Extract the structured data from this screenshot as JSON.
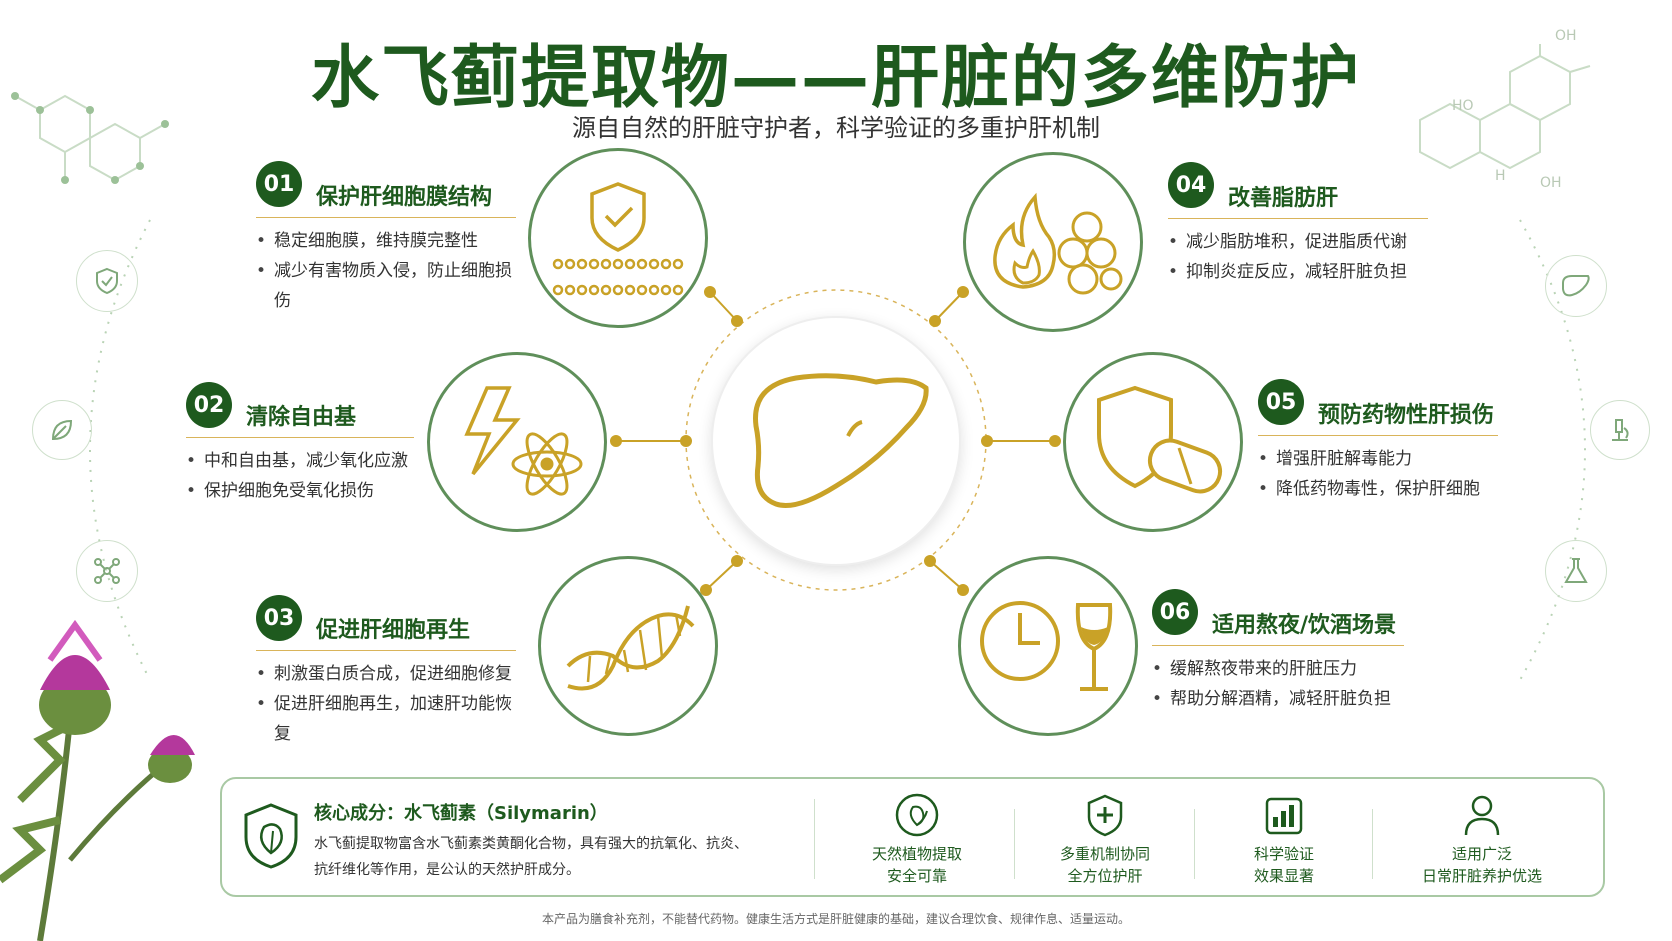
{
  "header": {
    "title": "水飞蓟提取物——肝脏的多维防护",
    "subtitle": "源自自然的肝脏守护者，科学验证的多重护肝机制"
  },
  "features": [
    {
      "num": "01",
      "title": "保护肝细胞膜结构",
      "bullets": [
        "稳定细胞膜，维持膜完整性",
        "减少有害物质入侵，防止细胞损伤"
      ]
    },
    {
      "num": "02",
      "title": "清除自由基",
      "bullets": [
        "中和自由基，减少氧化应激",
        "保护细胞免受氧化损伤"
      ]
    },
    {
      "num": "03",
      "title": "促进肝细胞再生",
      "bullets": [
        "刺激蛋白质合成，促进细胞修复",
        "促进肝细胞再生，加速肝功能恢复"
      ]
    },
    {
      "num": "04",
      "title": "改善脂肪肝",
      "bullets": [
        "减少脂肪堆积，促进脂质代谢",
        "抑制炎症反应，减轻肝脏负担"
      ]
    },
    {
      "num": "05",
      "title": "预防药物性肝损伤",
      "bullets": [
        "增强肝脏解毒能力",
        "降低药物毒性，保护肝细胞"
      ]
    },
    {
      "num": "06",
      "title": "适用熬夜/饮酒场景",
      "bullets": [
        "缓解熬夜带来的肝脏压力",
        "帮助分解酒精，减轻肝脏负担"
      ]
    }
  ],
  "molecule_labels": {
    "oh_top": "OH",
    "ho_left": "HO",
    "h_mid": "H",
    "oh_bottom": "OH"
  },
  "core": {
    "title": "核心成分：水飞蓟素（Silymarin）",
    "text_line1": "水飞蓟提取物富含水飞蓟素类黄酮化合物，具有强大的抗氧化、抗炎、",
    "text_line2": "抗纤维化等作用，是公认的天然护肝成分。"
  },
  "highlights": [
    {
      "icon": "leaf-icon",
      "line1": "天然植物提取",
      "line2": "安全可靠"
    },
    {
      "icon": "shield-plus-icon",
      "line1": "多重机制协同",
      "line2": "全方位护肝"
    },
    {
      "icon": "bar-chart-icon",
      "line1": "科学验证",
      "line2": "效果显著"
    },
    {
      "icon": "person-icon",
      "line1": "适用广泛",
      "line2": "日常肝脏养护优选"
    }
  ],
  "footer": "本产品为膳食补充剂，不能替代药物。健康生活方式是肝脏健康的基础，建议合理饮食、规律作息、适量运动。",
  "colors": {
    "primary_green": "#1e5a1e",
    "gold": "#c9a227",
    "light_green": "#a9c9a4"
  }
}
